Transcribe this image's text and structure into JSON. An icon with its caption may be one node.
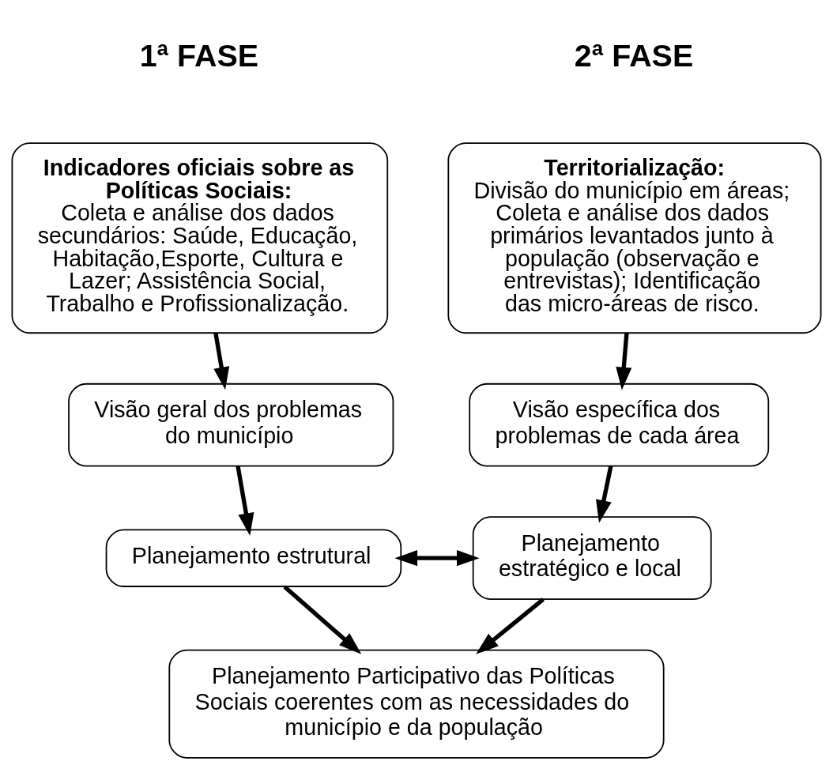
{
  "diagram": {
    "nodes": [
      {
        "text": [
          "Indicadores oficiais sobre as Políticas Sociais:",
          "Coleta e análise dos dados secundários: Saúde, Educação, Habitação,Esporte, Cultura e Lazer; Assistência Social, Trabalho e Profissionalização."
        ]
      },
      {
        "text": [
          "Territorialização:",
          "Divisão do município em áreas; Coleta e análise dos dados primários levantados junto à população (observação e entrevistas); Identificação das micro-áreas de risco."
        ]
      },
      {
        "text": [
          "Visão geral dos problemas do município"
        ]
      },
      {
        "text": [
          "Visão específica dos problemas de cada área"
        ]
      },
      {
        "text": [
          "Planejamento estrutural"
        ]
      },
      {
        "text": [
          "Planejamento estratégico e local"
        ]
      },
      {
        "text": [
          "Planejamento Participativo das Políticas Sociais coerentes com as necessidades do município e da população"
        ]
      }
    ],
    "edges": [
      {
        "from": 0,
        "to": 2,
        "arrow": "to"
      },
      {
        "from": 1,
        "to": 3,
        "arrow": "to"
      },
      {
        "from": 2,
        "to": 4,
        "arrow": "to"
      },
      {
        "from": 3,
        "to": 5,
        "arrow": "to"
      },
      {
        "from": 4,
        "to": 5,
        "arrow": "both"
      },
      {
        "from": 4,
        "to": 6,
        "arrow": "to"
      },
      {
        "from": 5,
        "to": 6,
        "arrow": "to"
      }
    ],
    "labels": [
      "1ª FASE",
      "2ª FASE"
    ]
  }
}
